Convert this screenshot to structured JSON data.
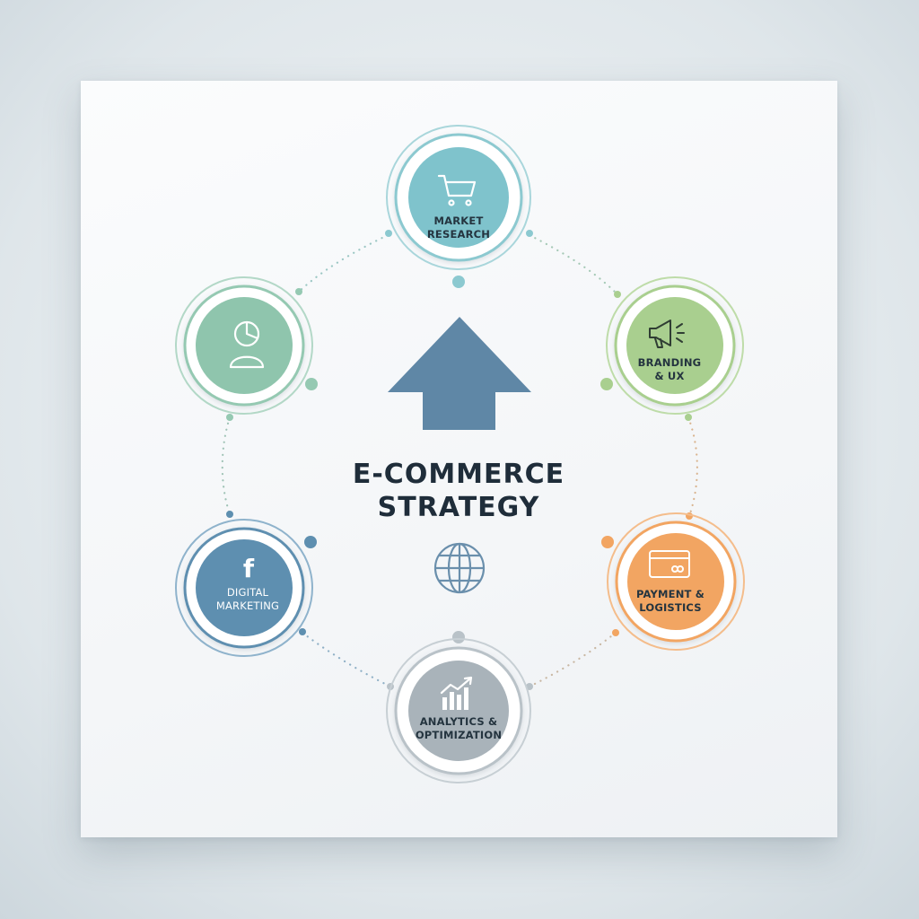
{
  "title": {
    "line1": "E-COMMERCE",
    "line2": "STRATEGY"
  },
  "nodes": [
    {
      "id": "market-research",
      "lines": [
        "MARKET",
        "RESEARCH"
      ],
      "icon": "shopping-cart-icon",
      "color": "#7fc3cc",
      "ring": "#8cc9d0"
    },
    {
      "id": "branding-ux",
      "lines": [
        "BRANDING",
        "& UX"
      ],
      "icon": "megaphone-icon",
      "color": "#a9cf8f",
      "ring": "#a9cf8f"
    },
    {
      "id": "payment-logistics",
      "lines": [
        "PAYMENT &",
        "LOGISTICS"
      ],
      "icon": "credit-card-icon",
      "color": "#f2a562",
      "ring": "#f2a562"
    },
    {
      "id": "analytics-optimization",
      "lines": [
        "ANALYTICS &",
        "OPTIMIZATION"
      ],
      "icon": "bar-chart-icon",
      "color": "#a9b3ba",
      "ring": "#b9c2c8"
    },
    {
      "id": "digital-marketing",
      "lines": [
        "DIGITAL",
        "MARKETING"
      ],
      "icon": "facebook-icon",
      "color": "#5e8fb0",
      "ring": "#5e8fb0"
    },
    {
      "id": "customer-insights",
      "lines": [],
      "icon": "user-chart-icon",
      "color": "#8fc5ad",
      "ring": "#95c9b2"
    }
  ],
  "center": {
    "arrow_color": "#5f87a6",
    "globe_icon": "globe-icon"
  }
}
